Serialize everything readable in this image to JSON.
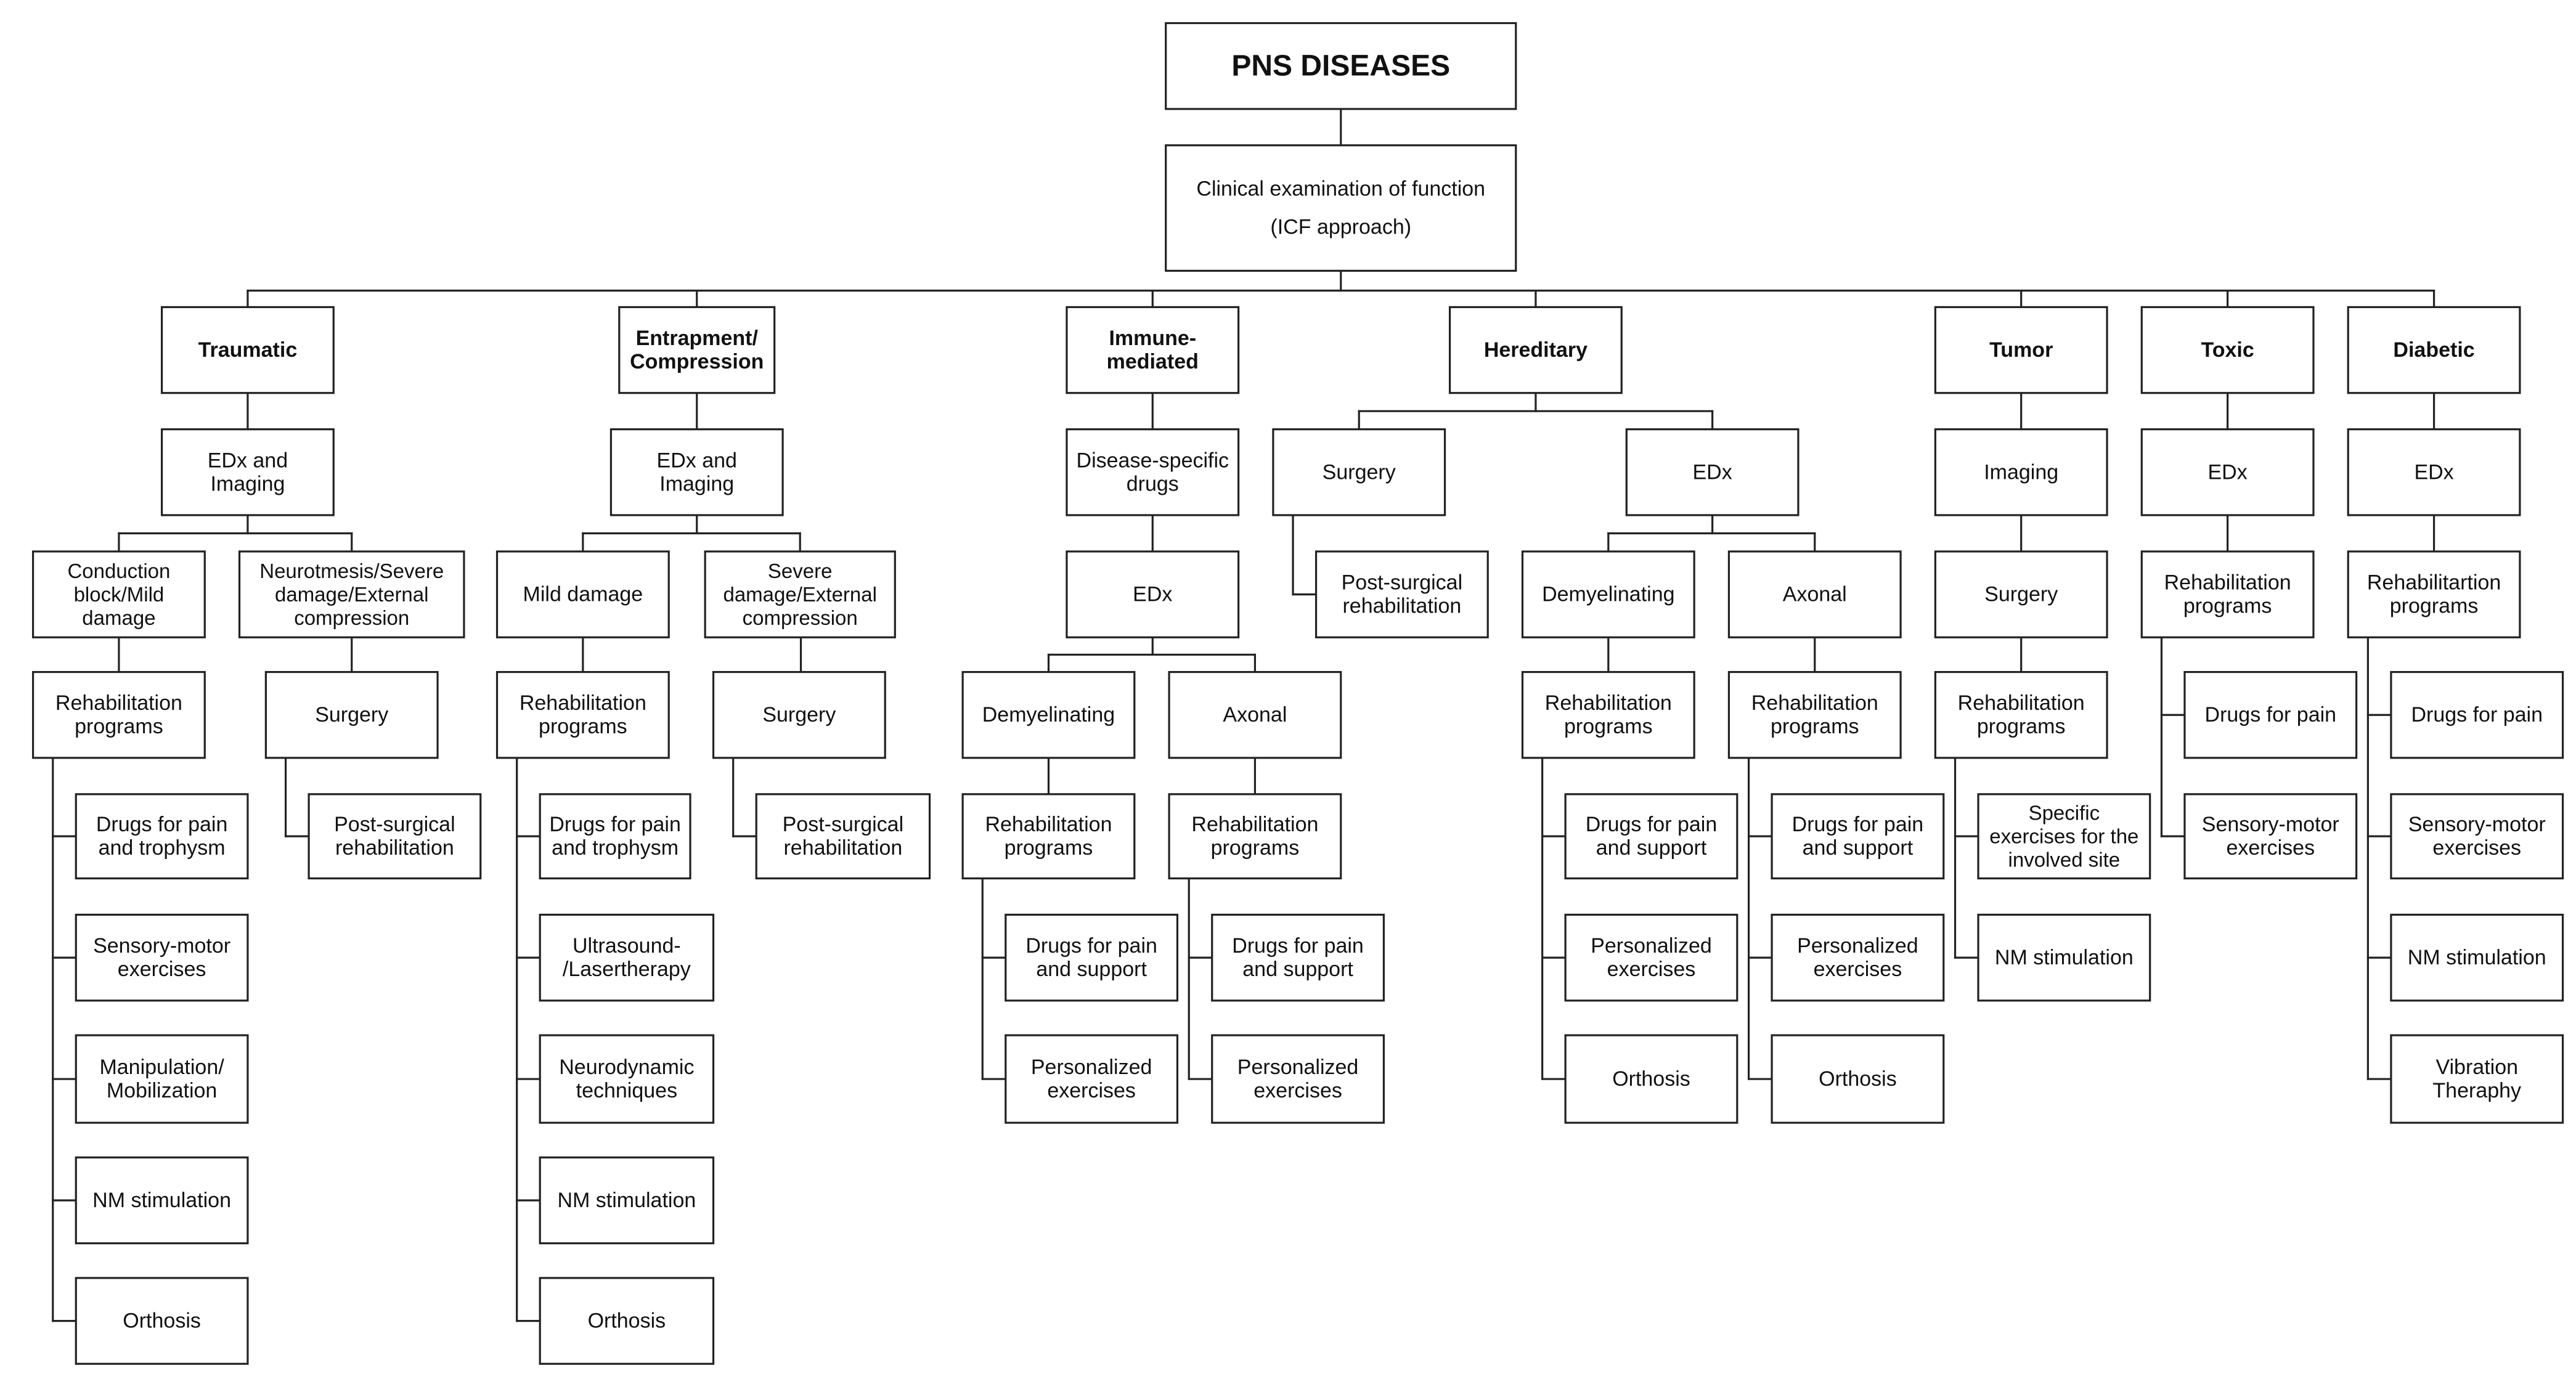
{
  "nodes": [
    {
      "id": "root",
      "lines": [
        "PNS DISEASES"
      ],
      "bold": true,
      "big": true
    },
    {
      "id": "clin",
      "lines": [
        "Clinical examination of function",
        "(ICF approach)"
      ]
    },
    {
      "id": "trau",
      "lines": [
        "Traumatic"
      ],
      "bold": true
    },
    {
      "id": "trau_edx",
      "lines": [
        "EDx and",
        "Imaging"
      ]
    },
    {
      "id": "trau_cb",
      "lines": [
        "Conduction",
        "block/Mild",
        "damage"
      ]
    },
    {
      "id": "trau_neu",
      "lines": [
        "Neurotmesis/Severe",
        "damage/External",
        "compression"
      ]
    },
    {
      "id": "trau_reh",
      "lines": [
        "Rehabilitation",
        "programs"
      ]
    },
    {
      "id": "trau_d1",
      "lines": [
        "Drugs for pain",
        "and trophysm"
      ]
    },
    {
      "id": "trau_d2",
      "lines": [
        "Sensory-motor",
        "exercises"
      ]
    },
    {
      "id": "trau_d3",
      "lines": [
        "Manipulation/",
        "Mobilization"
      ]
    },
    {
      "id": "trau_d4",
      "lines": [
        "NM stimulation"
      ]
    },
    {
      "id": "trau_d5",
      "lines": [
        "Orthosis"
      ]
    },
    {
      "id": "trau_surg",
      "lines": [
        "Surgery"
      ]
    },
    {
      "id": "trau_post",
      "lines": [
        "Post-surgical",
        "rehabilitation"
      ]
    },
    {
      "id": "entr",
      "lines": [
        "Entrapment/",
        "Compression"
      ],
      "bold": true
    },
    {
      "id": "entr_edx",
      "lines": [
        "EDx and",
        "Imaging"
      ]
    },
    {
      "id": "entr_mild",
      "lines": [
        "Mild  damage"
      ]
    },
    {
      "id": "entr_sev",
      "lines": [
        "Severe",
        "damage/External",
        "compression"
      ]
    },
    {
      "id": "entr_reh",
      "lines": [
        "Rehabilitation",
        "programs"
      ]
    },
    {
      "id": "entr_d1",
      "lines": [
        "Drugs for pain",
        "and trophysm"
      ]
    },
    {
      "id": "entr_d2",
      "lines": [
        "Ultrasound-",
        "/Lasertherapy"
      ]
    },
    {
      "id": "entr_d3",
      "lines": [
        "Neurodynamic",
        "techniques"
      ]
    },
    {
      "id": "entr_d4",
      "lines": [
        "NM stimulation"
      ]
    },
    {
      "id": "entr_d5",
      "lines": [
        "Orthosis"
      ]
    },
    {
      "id": "entr_surg",
      "lines": [
        "Surgery"
      ]
    },
    {
      "id": "entr_post",
      "lines": [
        "Post-surgical",
        "rehabilitation"
      ]
    },
    {
      "id": "imm",
      "lines": [
        "Immune-",
        "mediated"
      ],
      "bold": true
    },
    {
      "id": "imm_drug",
      "lines": [
        "Disease-specific",
        "drugs"
      ]
    },
    {
      "id": "imm_edx",
      "lines": [
        "EDx"
      ]
    },
    {
      "id": "imm_dem",
      "lines": [
        "Demyelinating"
      ]
    },
    {
      "id": "imm_axo",
      "lines": [
        "Axonal"
      ]
    },
    {
      "id": "imm_dem_reh",
      "lines": [
        "Rehabilitation",
        "programs"
      ]
    },
    {
      "id": "imm_dem_d1",
      "lines": [
        "Drugs for pain",
        "and support"
      ]
    },
    {
      "id": "imm_dem_d2",
      "lines": [
        "Personalized",
        "exercises"
      ]
    },
    {
      "id": "imm_axo_reh",
      "lines": [
        "Rehabilitation",
        "programs"
      ]
    },
    {
      "id": "imm_axo_d1",
      "lines": [
        "Drugs for pain",
        "and support"
      ]
    },
    {
      "id": "imm_axo_d2",
      "lines": [
        "Personalized",
        "exercises"
      ]
    },
    {
      "id": "her",
      "lines": [
        "Hereditary"
      ],
      "bold": true
    },
    {
      "id": "her_surg",
      "lines": [
        "Surgery"
      ]
    },
    {
      "id": "her_post",
      "lines": [
        "Post-surgical",
        "rehabilitation"
      ]
    },
    {
      "id": "her_edx",
      "lines": [
        "EDx"
      ]
    },
    {
      "id": "her_dem",
      "lines": [
        "Demyelinating"
      ]
    },
    {
      "id": "her_axo",
      "lines": [
        "Axonal"
      ]
    },
    {
      "id": "her_dem_reh",
      "lines": [
        "Rehabilitation",
        "programs"
      ]
    },
    {
      "id": "her_dem_d1",
      "lines": [
        "Drugs for pain",
        "and support"
      ]
    },
    {
      "id": "her_dem_d2",
      "lines": [
        "Personalized",
        "exercises"
      ]
    },
    {
      "id": "her_dem_d3",
      "lines": [
        "Orthosis"
      ]
    },
    {
      "id": "her_axo_reh",
      "lines": [
        "Rehabilitation",
        "programs"
      ]
    },
    {
      "id": "her_axo_d1",
      "lines": [
        "Drugs for pain",
        "and support"
      ]
    },
    {
      "id": "her_axo_d2",
      "lines": [
        "Personalized",
        "exercises"
      ]
    },
    {
      "id": "her_axo_d3",
      "lines": [
        "Orthosis"
      ]
    },
    {
      "id": "tum",
      "lines": [
        "Tumor"
      ],
      "bold": true
    },
    {
      "id": "tum_img",
      "lines": [
        "Imaging"
      ]
    },
    {
      "id": "tum_surg",
      "lines": [
        "Surgery"
      ]
    },
    {
      "id": "tum_reh",
      "lines": [
        "Rehabilitation",
        "programs"
      ]
    },
    {
      "id": "tum_d1",
      "lines": [
        "Specific",
        "exercises for the",
        "involved site"
      ]
    },
    {
      "id": "tum_d2",
      "lines": [
        "NM stimulation"
      ]
    },
    {
      "id": "tox",
      "lines": [
        "Toxic"
      ],
      "bold": true
    },
    {
      "id": "tox_edx",
      "lines": [
        "EDx"
      ]
    },
    {
      "id": "tox_reh",
      "lines": [
        "Rehabilitation",
        "programs"
      ]
    },
    {
      "id": "tox_d1",
      "lines": [
        "Drugs for pain"
      ]
    },
    {
      "id": "tox_d2",
      "lines": [
        "Sensory-motor",
        "exercises"
      ]
    },
    {
      "id": "dia",
      "lines": [
        "Diabetic"
      ],
      "bold": true
    },
    {
      "id": "dia_edx",
      "lines": [
        "EDx"
      ]
    },
    {
      "id": "dia_reh",
      "lines": [
        "Rehabilitartion",
        "programs"
      ]
    },
    {
      "id": "dia_d1",
      "lines": [
        "Drugs for pain"
      ]
    },
    {
      "id": "dia_d2",
      "lines": [
        "Sensory-motor",
        "exercises"
      ]
    },
    {
      "id": "dia_d3",
      "lines": [
        "NM stimulation"
      ]
    },
    {
      "id": "dia_d4",
      "lines": [
        "Vibration",
        "Theraphy"
      ]
    }
  ]
}
